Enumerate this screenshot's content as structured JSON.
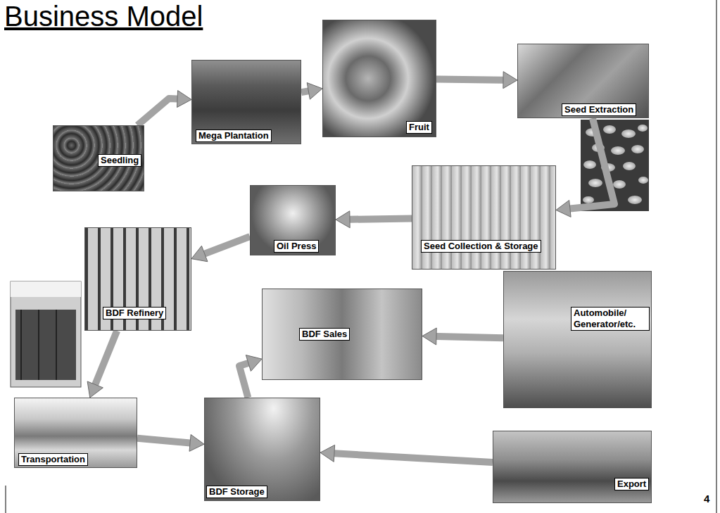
{
  "diagram": {
    "title": "Business Model",
    "nodes": [
      {
        "text": [
          "Seedling"
        ]
      },
      {
        "text": [
          "Mega Plantation"
        ]
      },
      {
        "text": [
          "Fruit"
        ]
      },
      {
        "text": [
          "Seed Extraction"
        ]
      },
      {
        "text": [
          "Seed Collection & Storage"
        ]
      },
      {
        "text": [
          "Oil Press"
        ]
      },
      {
        "text": [
          "BDF Refinery"
        ]
      },
      {
        "text": [
          "Transportation"
        ]
      },
      {
        "text": [
          "BDF Storage"
        ]
      },
      {
        "text": [
          "BDF Sales"
        ]
      },
      {
        "text": [
          "Automobile/ Generator/etc."
        ]
      },
      {
        "text": [
          "Export"
        ]
      }
    ],
    "edges": [
      {
        "from": 0,
        "to": 1,
        "arrow": "to"
      },
      {
        "from": 1,
        "to": 2,
        "arrow": "to"
      },
      {
        "from": 2,
        "to": 3,
        "arrow": "to"
      },
      {
        "from": 3,
        "to": 4,
        "arrow": "to"
      },
      {
        "from": 4,
        "to": 5,
        "arrow": "to"
      },
      {
        "from": 5,
        "to": 6,
        "arrow": "to"
      },
      {
        "from": 6,
        "to": 7,
        "arrow": "to"
      },
      {
        "from": 7,
        "to": 8,
        "arrow": "to"
      },
      {
        "from": 8,
        "to": 9,
        "arrow": "to"
      },
      {
        "from": 10,
        "to": 9,
        "arrow": "to"
      },
      {
        "from": 11,
        "to": 8,
        "arrow": "to"
      }
    ],
    "labels": [
      "4"
    ]
  }
}
